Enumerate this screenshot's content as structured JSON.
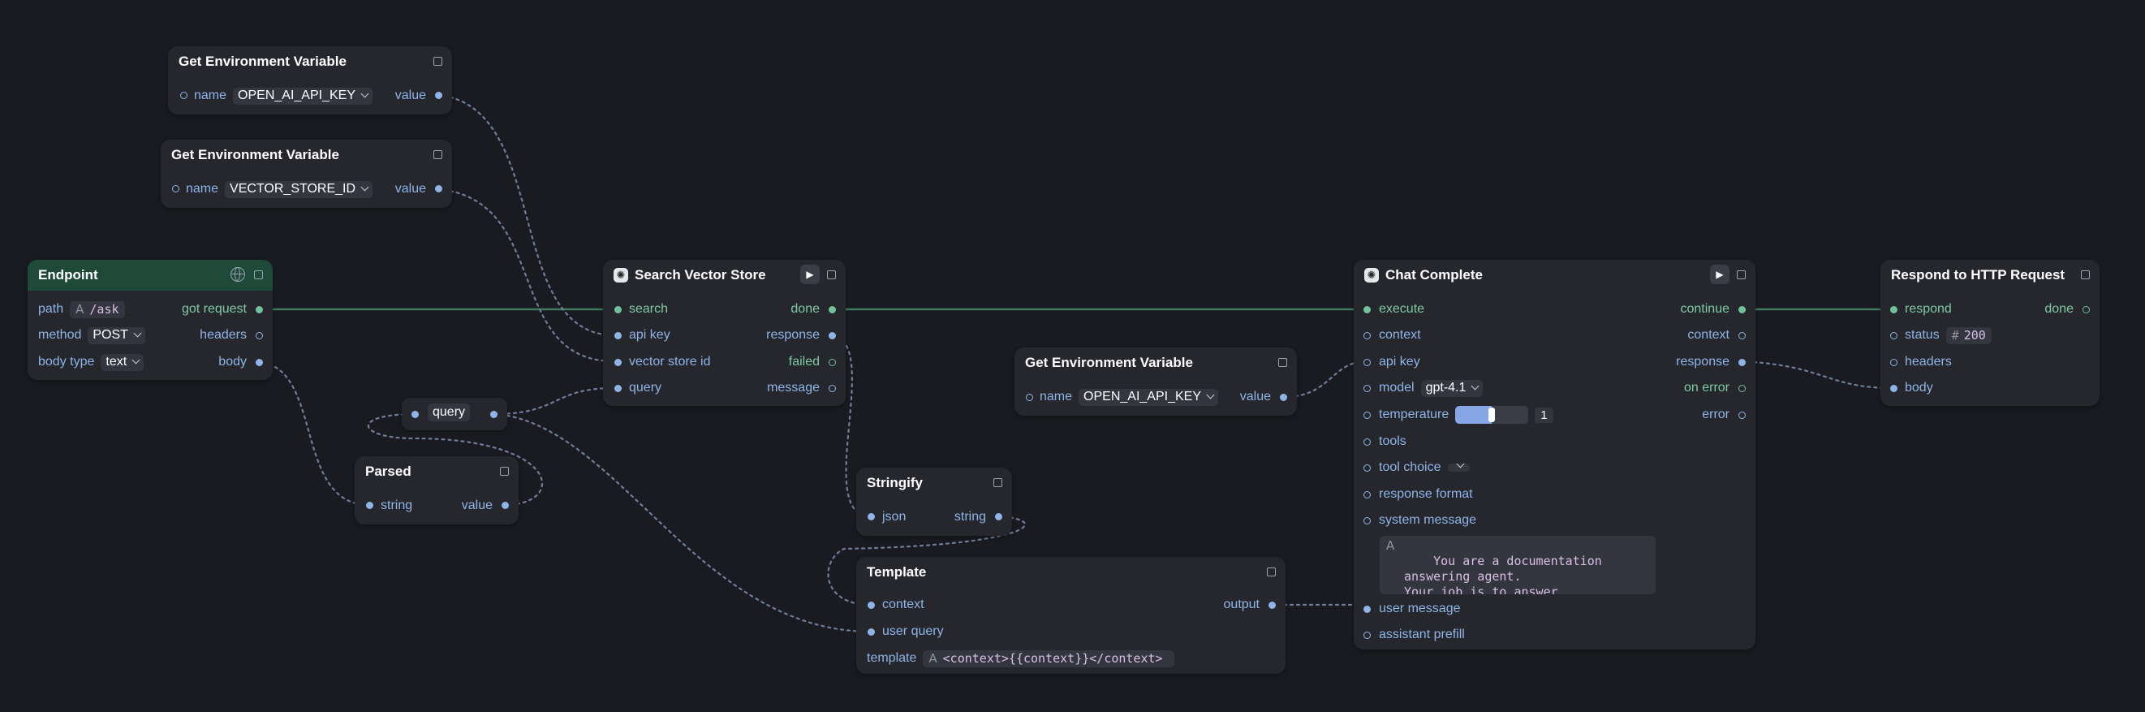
{
  "nodes": {
    "env1": {
      "title": "Get Environment Variable",
      "name_label": "name",
      "name_value": "OPEN_AI_API_KEY",
      "out_label": "value"
    },
    "env2": {
      "title": "Get Environment Variable",
      "name_label": "name",
      "name_value": "VECTOR_STORE_ID",
      "out_label": "value"
    },
    "env3": {
      "title": "Get Environment Variable",
      "name_label": "name",
      "name_value": "OPEN_AI_API_KEY",
      "out_label": "value"
    },
    "endpoint": {
      "title": "Endpoint",
      "path_label": "path",
      "path_value": "/ask",
      "method_label": "method",
      "method_value": "POST",
      "body_type_label": "body type",
      "body_type_value": "text",
      "out_got_request": "got request",
      "out_headers": "headers",
      "out_body": "body"
    },
    "query": {
      "label": "query"
    },
    "parsed": {
      "title": "Parsed",
      "in_label": "string",
      "out_label": "value"
    },
    "search": {
      "title": "Search Vector Store",
      "in_search": "search",
      "in_api_key": "api key",
      "in_vector_store_id": "vector store id",
      "in_query": "query",
      "out_done": "done",
      "out_response": "response",
      "out_failed": "failed",
      "out_message": "message"
    },
    "stringify": {
      "title": "Stringify",
      "in_label": "json",
      "out_label": "string"
    },
    "template": {
      "title": "Template",
      "in_context": "context",
      "in_user_query": "user query",
      "out_output": "output",
      "template_label": "template",
      "template_value": "<context>{{context}}</context>"
    },
    "chat": {
      "title": "Chat Complete",
      "in_execute": "execute",
      "in_context": "context",
      "in_api_key": "api key",
      "model_label": "model",
      "model_value": "gpt-4.1",
      "temperature_label": "temperature",
      "temperature_value": "1",
      "temperature_fraction": 0.5,
      "tools_label": "tools",
      "tool_choice_label": "tool choice",
      "response_format_label": "response format",
      "system_message_label": "system message",
      "system_message_value": "You are a documentation\nanswering agent.\nYour job is to answer\nquestions about a product",
      "user_message_label": "user message",
      "assistant_prefill_label": "assistant prefill",
      "out_continue": "continue",
      "out_context": "context",
      "out_response": "response",
      "out_on_error": "on error",
      "out_error": "error"
    },
    "respond": {
      "title": "Respond to HTTP Request",
      "in_respond": "respond",
      "status_label": "status",
      "status_value": "200",
      "in_headers": "headers",
      "in_body": "body",
      "out_done": "done"
    }
  },
  "colors": {
    "background": "#191b20",
    "node": "#25272d",
    "endpoint_header": "#1f4a3a",
    "exec_wire": "#3f7a5e",
    "data_wire": "#6e7d9a",
    "port_blue": "#8fb4e8",
    "port_green": "#6fc29a"
  },
  "icons": {
    "collapse": "square-icon",
    "play": "play-icon",
    "openai": "openai-icon",
    "globe": "globe-icon",
    "chevron": "chevron-down-icon",
    "template": "template-icon",
    "number": "hash-icon"
  }
}
